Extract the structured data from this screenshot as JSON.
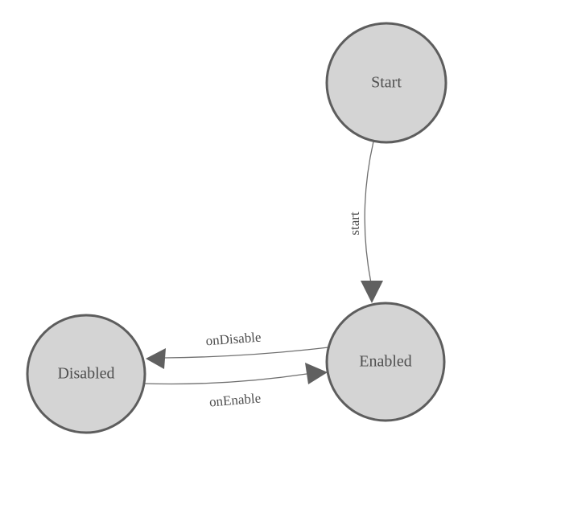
{
  "diagram": {
    "type": "state-machine-diagram",
    "nodes": [
      {
        "id": "start",
        "label": "Start"
      },
      {
        "id": "enabled",
        "label": "Enabled"
      },
      {
        "id": "disabled",
        "label": "Disabled"
      }
    ],
    "edges": [
      {
        "from": "start",
        "to": "enabled",
        "label": "start"
      },
      {
        "from": "enabled",
        "to": "disabled",
        "label": "onDisable"
      },
      {
        "from": "disabled",
        "to": "enabled",
        "label": "onEnable"
      }
    ],
    "colors": {
      "background": "#ffffff",
      "node_fill": "#d4d4d4",
      "node_stroke": "#5d5d5d",
      "edge_stroke": "#6e6e6e",
      "arrow_fill": "#606060",
      "text_color": "#4f4f4f"
    }
  }
}
